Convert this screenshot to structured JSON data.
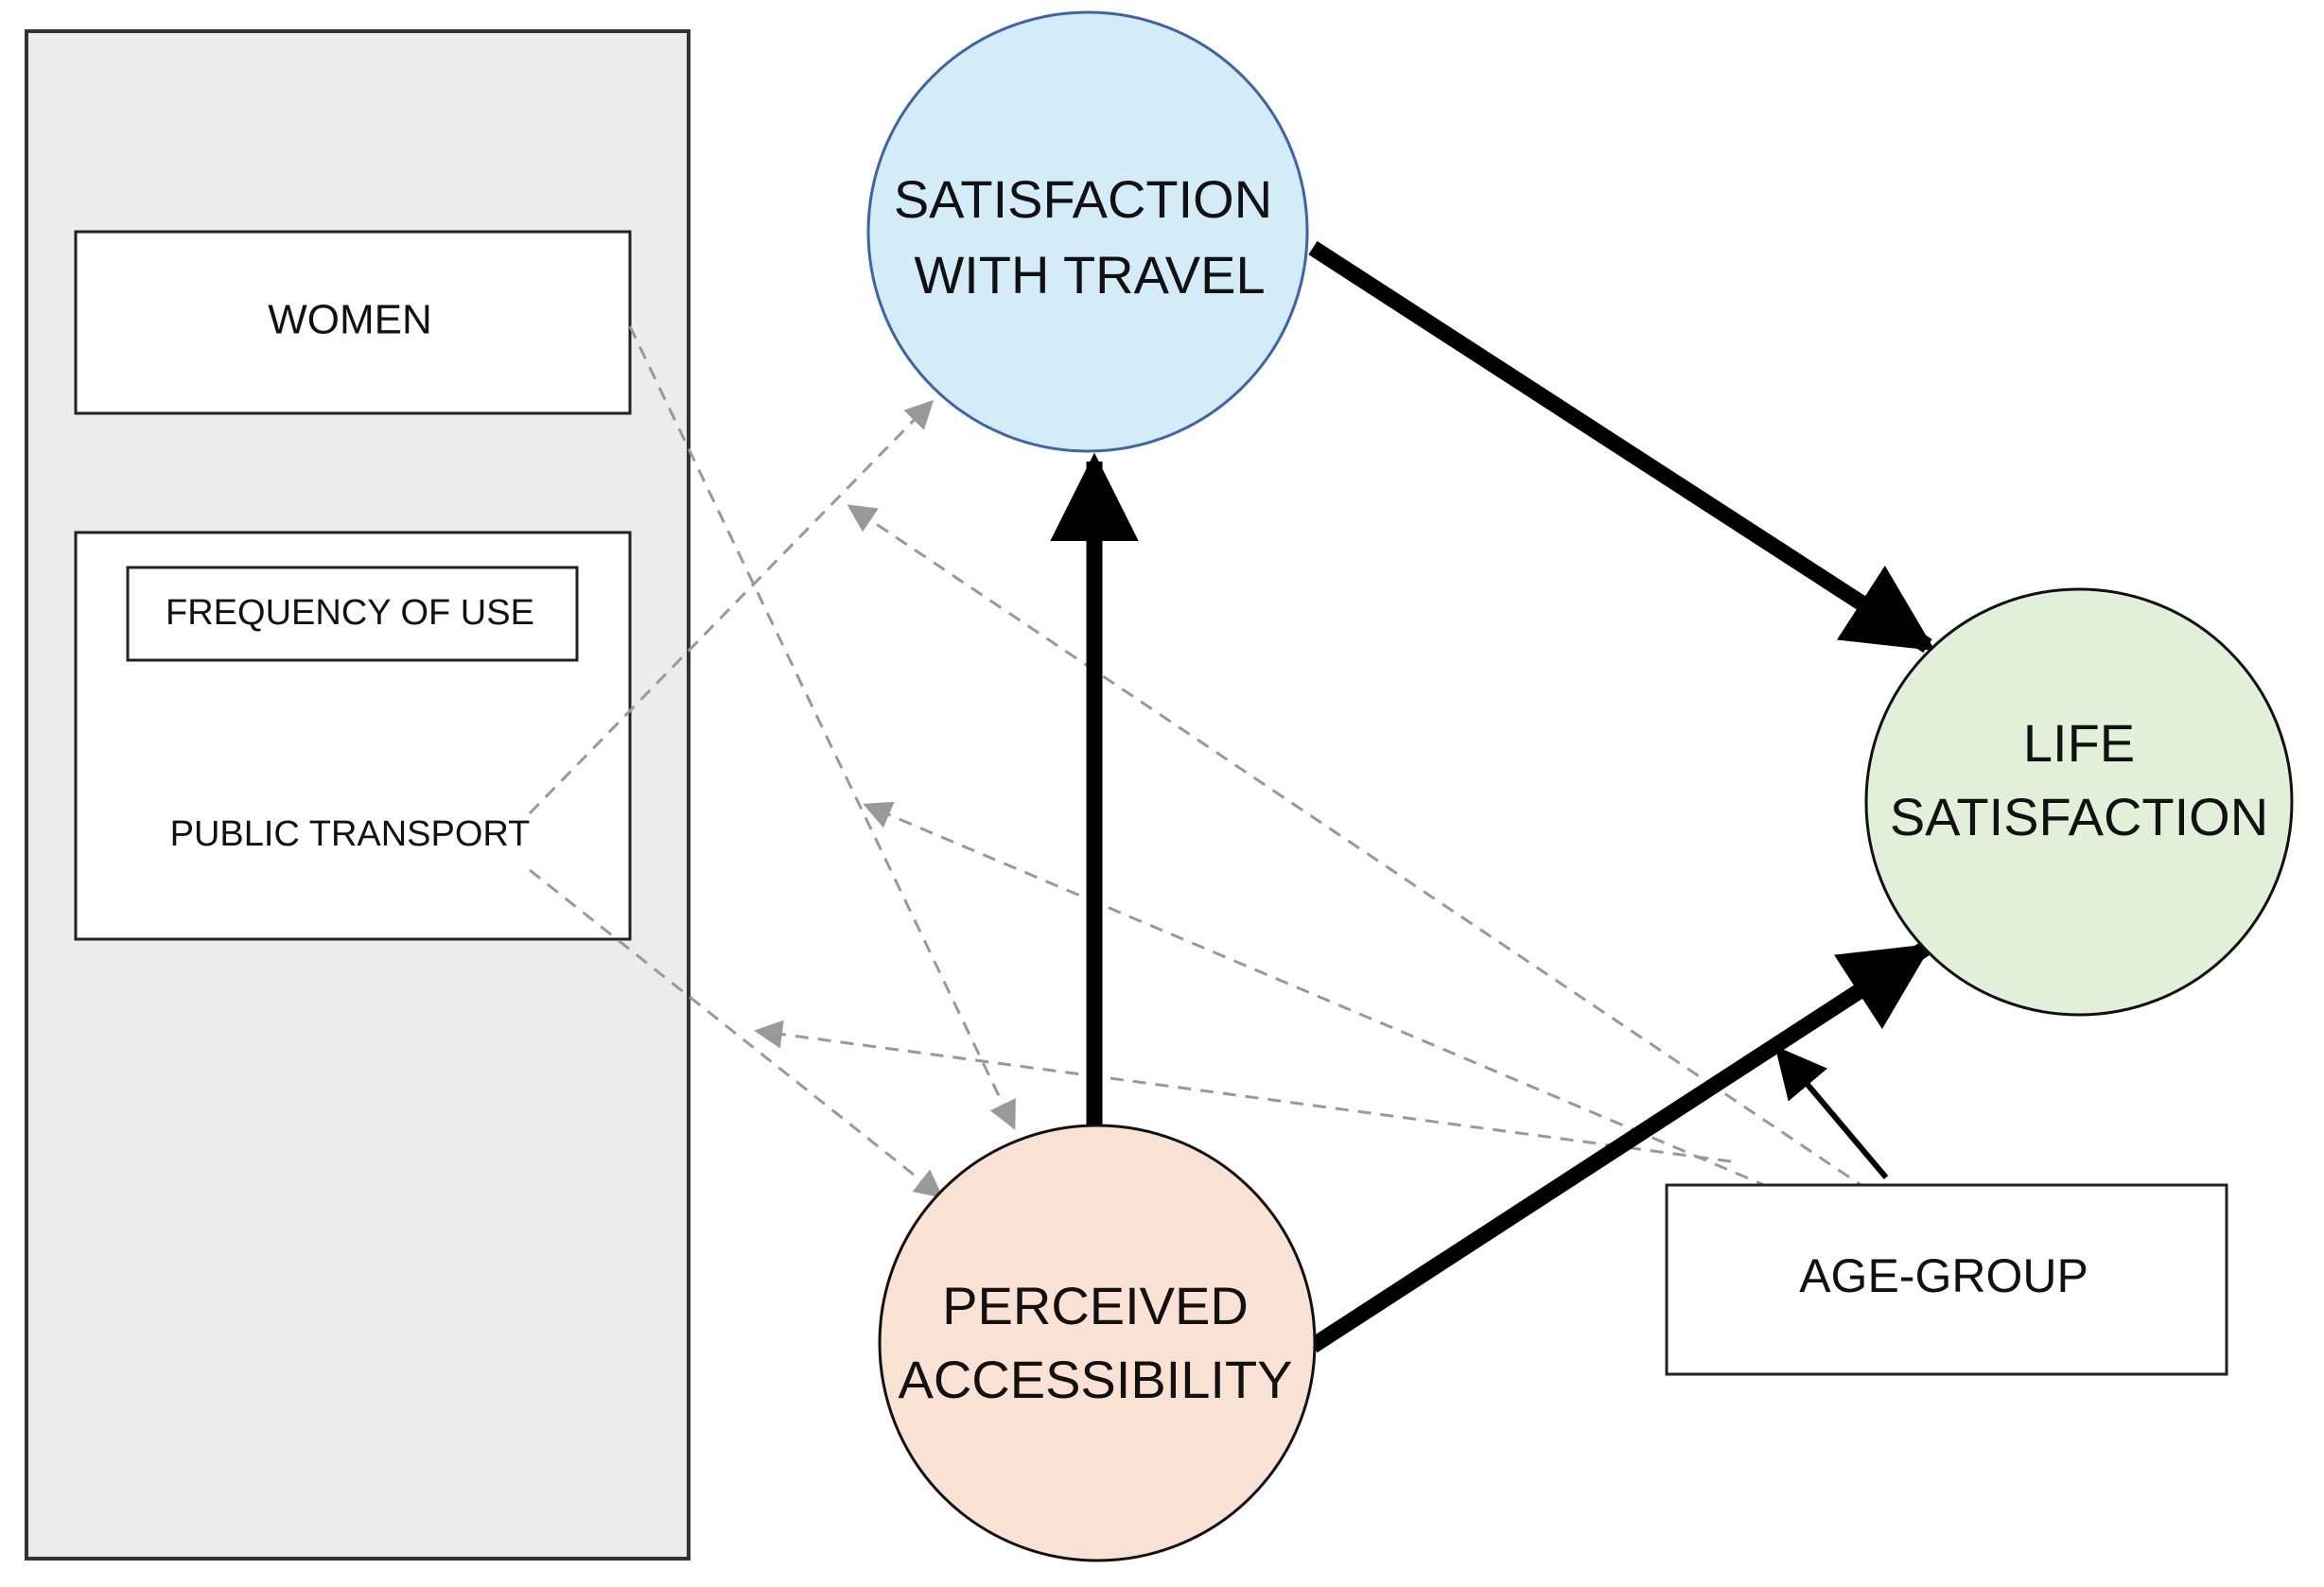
{
  "diagram": {
    "controls_panel": {
      "women_label": "WOMEN",
      "frequency_label": "FREQUENCY OF USE",
      "public_transport_label": "PUBLIC TRANSPORT"
    },
    "nodes": {
      "satisfaction_travel": {
        "line1": "SATISFACTION",
        "line2": "WITH TRAVEL",
        "fill": "#d4ebf8",
        "stroke": "#3d63a8"
      },
      "life_satisfaction": {
        "line1": "LIFE",
        "line2": "SATISFACTION",
        "fill": "#e2efd9",
        "stroke": "#111111"
      },
      "perceived_accessibility": {
        "line1": "PERCEIVED",
        "line2": "ACCESSIBILITY",
        "fill": "#f9e1d4",
        "stroke": "#111111"
      },
      "age_group": {
        "label": "AGE-GROUP"
      }
    },
    "colors": {
      "panel_fill": "#ececec",
      "solid_arrow": "#000000",
      "dashed_arrow": "#999999"
    }
  }
}
